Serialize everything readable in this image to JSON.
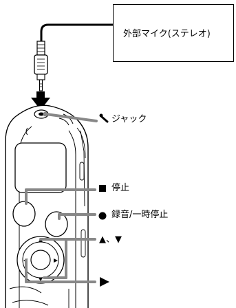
{
  "diagram": {
    "external_mic_label": "外部マイク(ステレオ)",
    "jack_label": "ジャック",
    "stop_label": "停止",
    "record_label": "録音/一時停止",
    "updown_label": "▲、▼",
    "play_label": "",
    "icons": {
      "jack_icon": "microphone-jack-icon",
      "stop_icon": "stop-square-icon",
      "record_icon": "record-circle-icon",
      "play_icon": "play-arrow-icon"
    }
  }
}
